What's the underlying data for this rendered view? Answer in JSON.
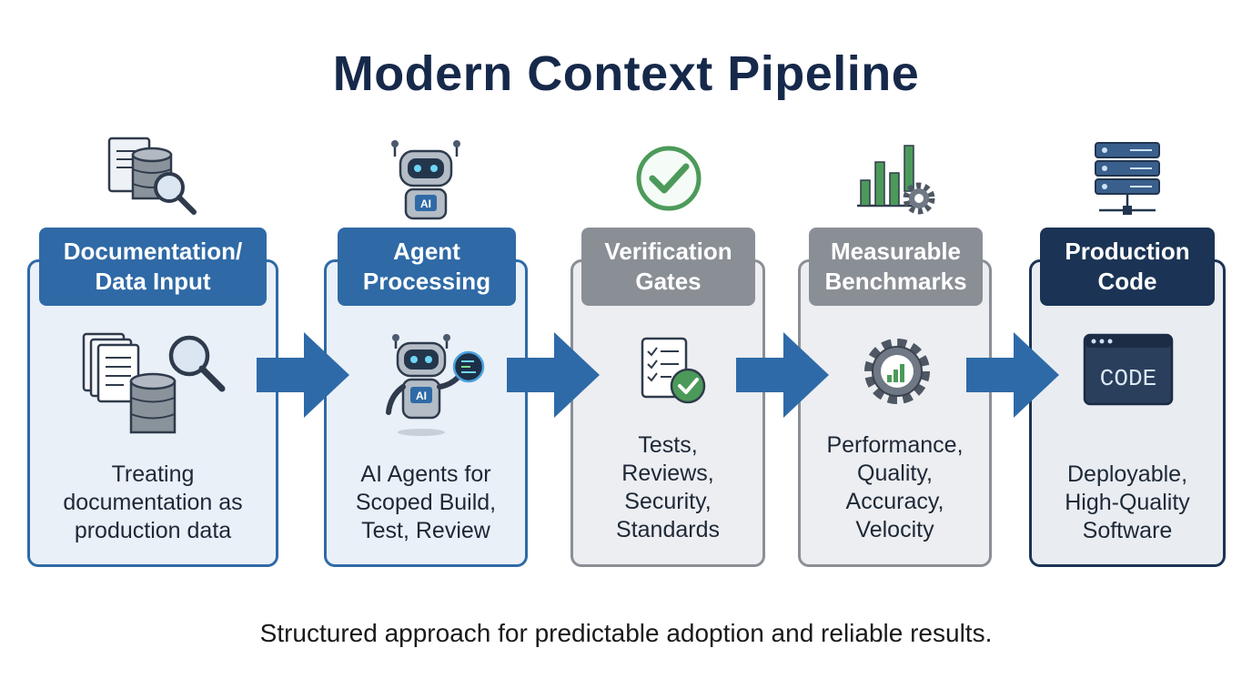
{
  "title": "Modern Context Pipeline",
  "stages": [
    {
      "header": "Documentation/\nData Input",
      "description": "Treating\ndocumentation as\nproduction data",
      "top_icon": "document-database-search-icon",
      "card_icon": "documents-database-magnifier-icon",
      "color": "#2f6aa6"
    },
    {
      "header": "Agent\nProcessing",
      "description": "AI Agents for\nScoped Build,\nTest, Review",
      "top_icon": "ai-robot-icon",
      "card_icon": "ai-robot-code-icon",
      "robot_badge": "AI",
      "color": "#2f6aa6"
    },
    {
      "header": "Verification\nGates",
      "description": "Tests,\nReviews,\nSecurity,\nStandards",
      "top_icon": "checkmark-circle-icon",
      "card_icon": "checklist-approved-icon",
      "color": "#8a8f96"
    },
    {
      "header": "Measurable\nBenchmarks",
      "description": "Performance,\nQuality,\nAccuracy,\nVelocity",
      "top_icon": "bar-chart-gear-icon",
      "card_icon": "gear-chart-icon",
      "color": "#8a8f96"
    },
    {
      "header": "Production\nCode",
      "description": "Deployable,\nHigh-Quality\nSoftware",
      "top_icon": "server-rack-icon",
      "card_icon": "code-window-icon",
      "code_label": "CODE",
      "color": "#1b3455"
    }
  ],
  "footer": "Structured approach for predictable adoption and reliable results.",
  "colors": {
    "blue": "#2f6aa6",
    "gray": "#8a8f96",
    "navy": "#1b3455",
    "green": "#4c9a5a",
    "arrow": "#2e6aa8"
  }
}
